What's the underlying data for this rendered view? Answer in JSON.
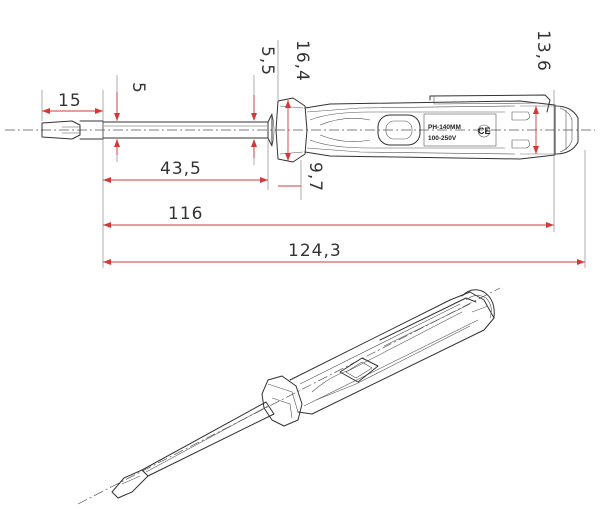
{
  "dimensions": {
    "tip_length": "15",
    "shaft_diameter": "5",
    "shaft_length": "43,5",
    "blade_length": "116",
    "total_length": "124,3",
    "collar_height": "16,4",
    "collar_inner": "5,5",
    "collar_width": "9,7",
    "cap_diameter": "13,6"
  },
  "handle_label": {
    "model": "PH-140MM",
    "voltage": "100-250V",
    "mark": "CE"
  }
}
